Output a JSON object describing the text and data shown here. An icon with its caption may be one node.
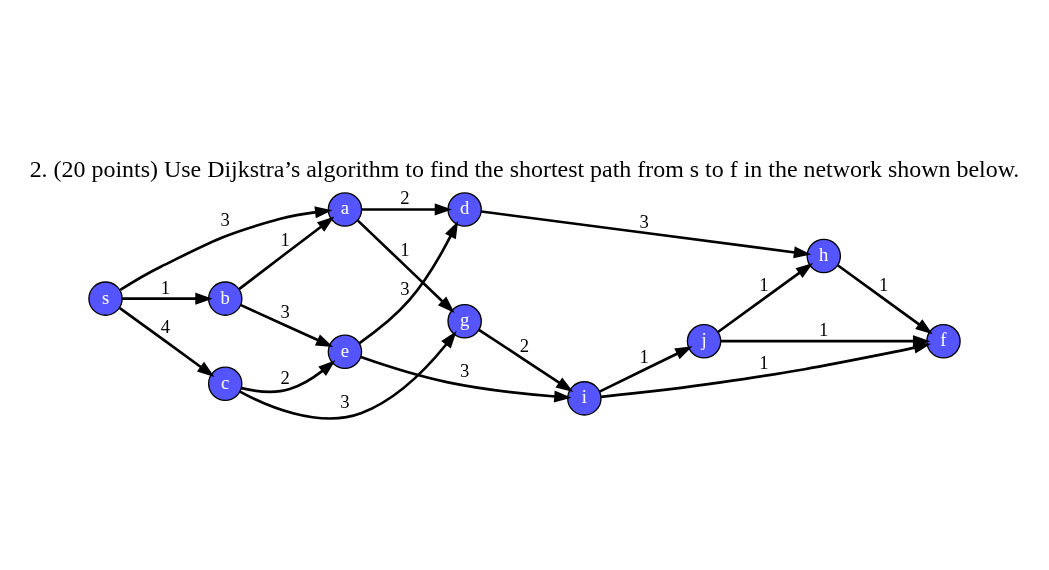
{
  "diagram": {
    "title": "2. (20 points) Use Dijkstra’s algorithm to find the shortest path from s to f in the network shown below.",
    "nodes": [
      {
        "text": [
          "s"
        ]
      },
      {
        "text": [
          "a"
        ]
      },
      {
        "text": [
          "b"
        ]
      },
      {
        "text": [
          "c"
        ]
      },
      {
        "text": [
          "d"
        ]
      },
      {
        "text": [
          "e"
        ]
      },
      {
        "text": [
          "g"
        ]
      },
      {
        "text": [
          "h"
        ]
      },
      {
        "text": [
          "i"
        ]
      },
      {
        "text": [
          "j"
        ]
      },
      {
        "text": [
          "f"
        ]
      }
    ],
    "edges": [
      {
        "from": 0,
        "to": 1,
        "arrow": "to",
        "label": "3"
      },
      {
        "from": 0,
        "to": 2,
        "arrow": "to",
        "label": "1"
      },
      {
        "from": 0,
        "to": 3,
        "arrow": "to",
        "label": "4"
      },
      {
        "from": 2,
        "to": 1,
        "arrow": "to",
        "label": "1"
      },
      {
        "from": 1,
        "to": 4,
        "arrow": "to",
        "label": "2"
      },
      {
        "from": 1,
        "to": 6,
        "arrow": "to",
        "label": "1"
      },
      {
        "from": 2,
        "to": 5,
        "arrow": "to",
        "label": "3"
      },
      {
        "from": 5,
        "to": 4,
        "arrow": "to",
        "label": "3"
      },
      {
        "from": 3,
        "to": 5,
        "arrow": "to",
        "label": "2"
      },
      {
        "from": 3,
        "to": 6,
        "arrow": "to",
        "label": "3"
      },
      {
        "from": 4,
        "to": 7,
        "arrow": "to",
        "label": "3"
      },
      {
        "from": 5,
        "to": 8,
        "arrow": "to",
        "label": "3"
      },
      {
        "from": 6,
        "to": 8,
        "arrow": "to",
        "label": "2"
      },
      {
        "from": 8,
        "to": 10,
        "arrow": "to",
        "label": "1"
      },
      {
        "from": 8,
        "to": 9,
        "arrow": "to",
        "label": "1"
      },
      {
        "from": 9,
        "to": 7,
        "arrow": "to",
        "label": "1"
      },
      {
        "from": 7,
        "to": 10,
        "arrow": "to",
        "label": "1"
      },
      {
        "from": 9,
        "to": 10,
        "arrow": "to",
        "label": "1"
      }
    ]
  }
}
